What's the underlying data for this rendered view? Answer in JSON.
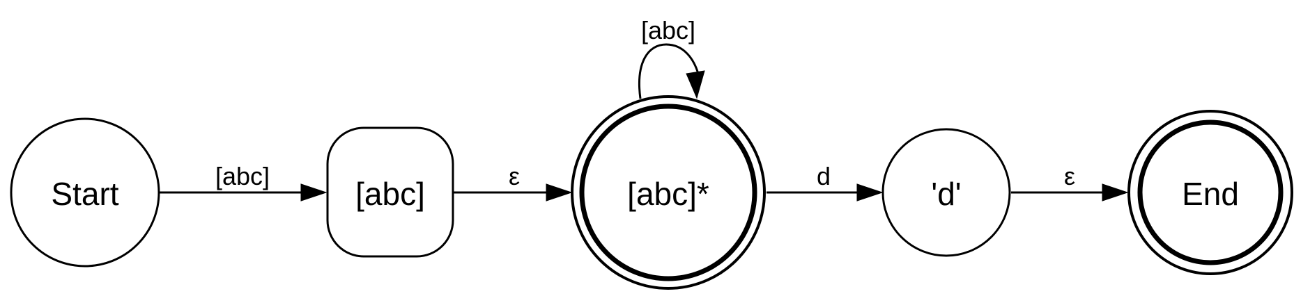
{
  "nodes": [
    {
      "id": "start",
      "label": "Start",
      "shape": "circle"
    },
    {
      "id": "abc",
      "label": "[abc]",
      "shape": "rounded-box"
    },
    {
      "id": "abc-star",
      "label": "[abc]*",
      "shape": "double-circle"
    },
    {
      "id": "d",
      "label": "'d'",
      "shape": "circle"
    },
    {
      "id": "end",
      "label": "End",
      "shape": "double-circle"
    }
  ],
  "edges": [
    {
      "from": "start",
      "to": "abc",
      "label": "[abc]"
    },
    {
      "from": "abc",
      "to": "abc-star",
      "label": "ε"
    },
    {
      "from": "abc-star",
      "to": "abc-star",
      "label": "[abc]"
    },
    {
      "from": "abc-star",
      "to": "d",
      "label": "d"
    },
    {
      "from": "d",
      "to": "end",
      "label": "ε"
    }
  ],
  "colors": {
    "stroke": "#000000",
    "background": "#ffffff"
  }
}
